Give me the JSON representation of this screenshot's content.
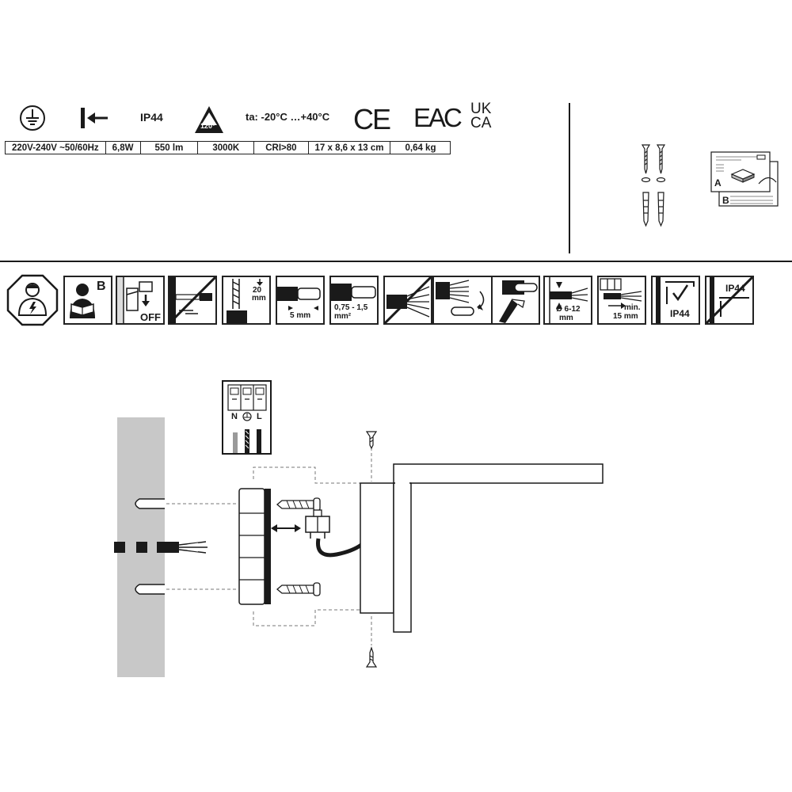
{
  "header_icons": {
    "ip_rating": "IP44",
    "beam_angle": "120°",
    "ambient_temp": "ta: -20°C …+40°C",
    "ce_mark": "CE",
    "eac_mark": "EAC",
    "ukca_line1": "UK",
    "ukca_line2": "CA"
  },
  "specs": [
    "220V-240V ~50/60Hz",
    "6,8W",
    "550 lm",
    "3000K",
    "CRI>80",
    "17 x 8,6 x 13 cm",
    "0,64 kg"
  ],
  "package": {
    "manual_a": "A",
    "manual_b": "B"
  },
  "steps": {
    "manual_letter": "B",
    "power_off": "OFF",
    "strip_length_line1": "20",
    "strip_length_line2": "mm",
    "insulation_strip": "5 mm",
    "wire_section": "0,75 - 1,5",
    "wire_section_unit": "mm²",
    "cable_diameter_line1": "Ø 6-12",
    "cable_diameter_line2": "mm",
    "min_length_line1": "min.",
    "min_length_line2": "15 mm",
    "ip_ok": "IP44",
    "ip_forbidden": "IP44"
  },
  "wiring": {
    "neutral": "N",
    "live": "L"
  },
  "colors": {
    "ink": "#1a1a1a",
    "wall": "#c8c8c8",
    "grey": "#9a9a9a"
  }
}
